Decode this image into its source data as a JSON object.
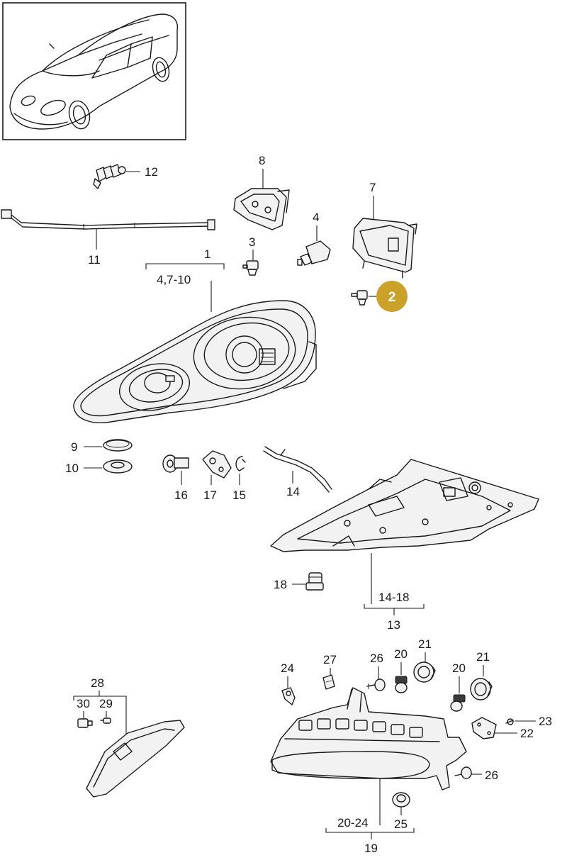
{
  "highlight": {
    "label": "2",
    "color": "#c9a227",
    "text_color": "#ffffff"
  },
  "callouts": {
    "c1": "1",
    "c1_group": "4,7-10",
    "c3": "3",
    "c4": "4",
    "c7": "7",
    "c8": "8",
    "c9": "9",
    "c10": "10",
    "c11": "11",
    "c12": "12",
    "c13": "13",
    "c13_group": "14-18",
    "c14": "14",
    "c15": "15",
    "c16": "16",
    "c17": "17",
    "c18": "18",
    "c19": "19",
    "c19_group": "20-24",
    "c20a": "20",
    "c20b": "20",
    "c21a": "21",
    "c21b": "21",
    "c22": "22",
    "c23": "23",
    "c24": "24",
    "c25": "25",
    "c26a": "26",
    "c26b": "26",
    "c27": "27",
    "c28": "28",
    "c29": "29",
    "c30": "30"
  },
  "colors": {
    "line": "#1a1a1a",
    "background": "#ffffff"
  }
}
